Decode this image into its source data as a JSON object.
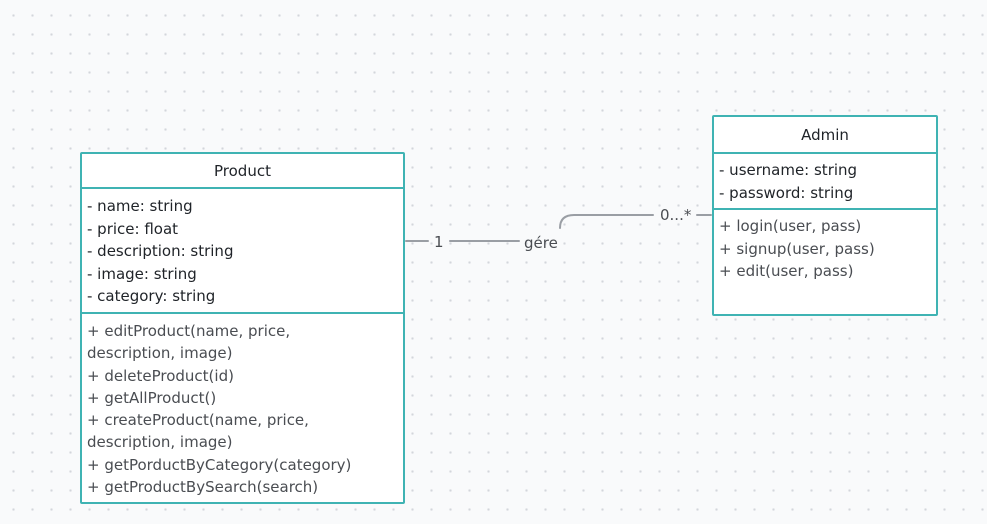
{
  "classes": {
    "product": {
      "name": "Product",
      "attributes": [
        "- name: string",
        "- price: float",
        "- description: string",
        "- image: string",
        "- category: string"
      ],
      "operations": [
        "+ editProduct(name, price,",
        "description, image)",
        "+ deleteProduct(id)",
        "+ getAllProduct()",
        "+ createProduct(name, price,",
        "description, image)",
        "+ getPorductByCategory(category)",
        "+ getProductBySearch(search)"
      ]
    },
    "admin": {
      "name": "Admin",
      "attributes": [
        "-  username: string",
        "- password: string"
      ],
      "operations": [
        "+ login(user, pass)",
        "+ signup(user, pass)",
        "+ edit(user, pass)"
      ]
    }
  },
  "association": {
    "label": "gére",
    "product_multiplicity": "1",
    "admin_multiplicity": "0...*"
  },
  "colors": {
    "class_border": "#3fb3b3",
    "connector": "#9a9ea4",
    "text": "#1f2328",
    "muted_text": "#4a4d52"
  }
}
